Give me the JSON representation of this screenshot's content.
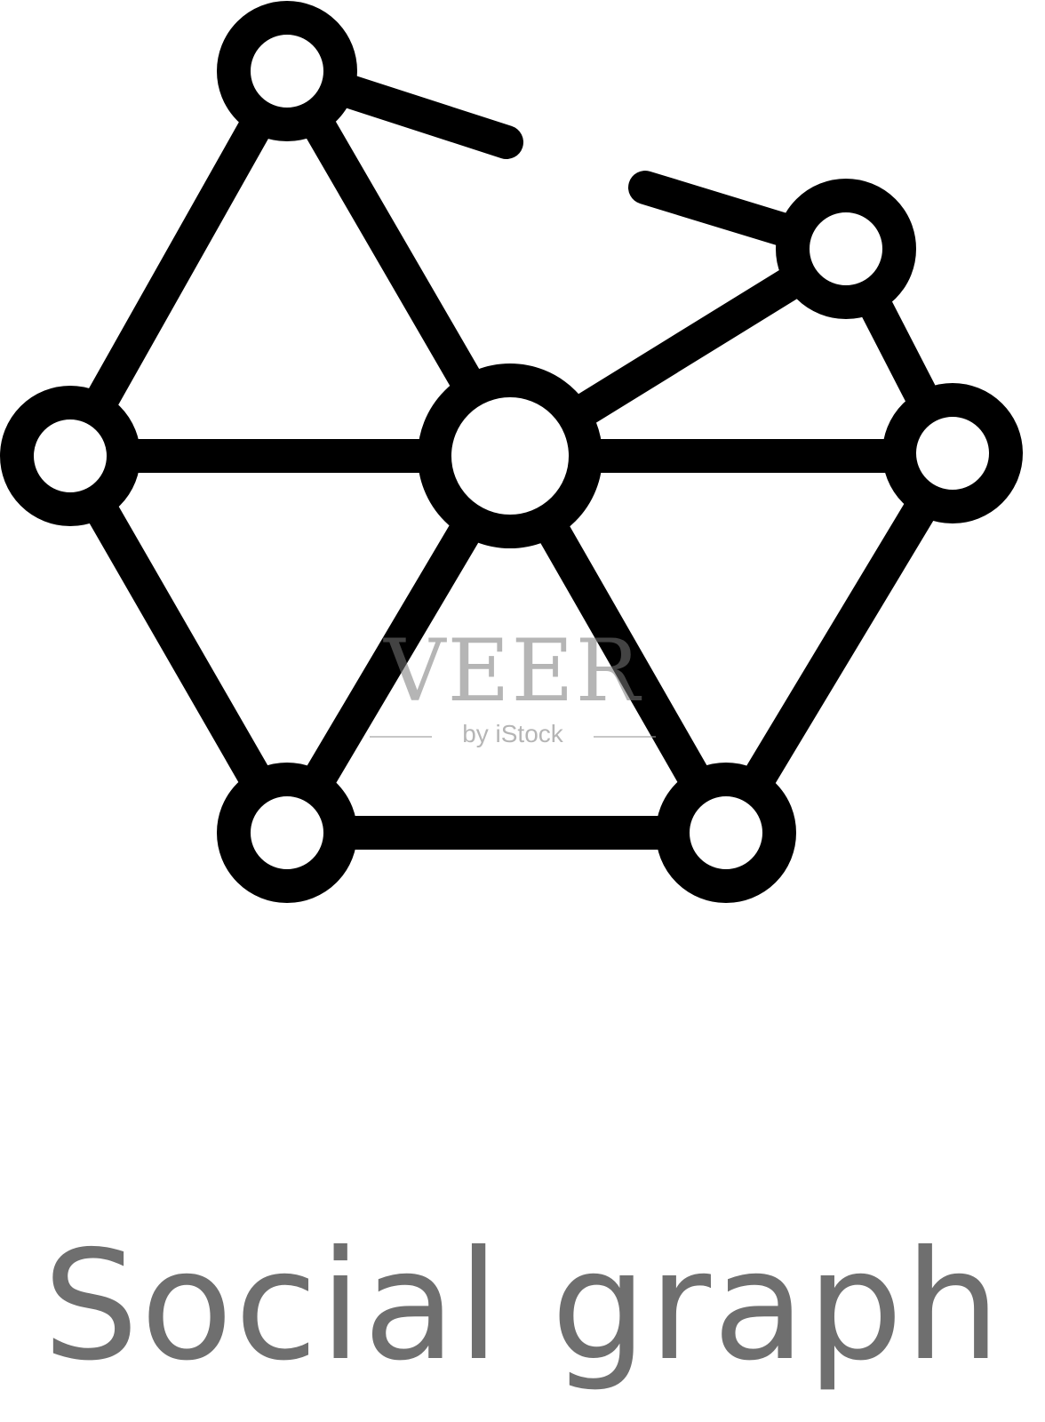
{
  "icon": {
    "name": "social-graph-icon",
    "stroke_color": "#000000",
    "fill_color": "#ffffff"
  },
  "watermark": {
    "brand": "VEER",
    "sub": "by iStock",
    "color": "#7a7a7a"
  },
  "caption": {
    "text": "Social graph",
    "color": "#6f6f6f"
  }
}
